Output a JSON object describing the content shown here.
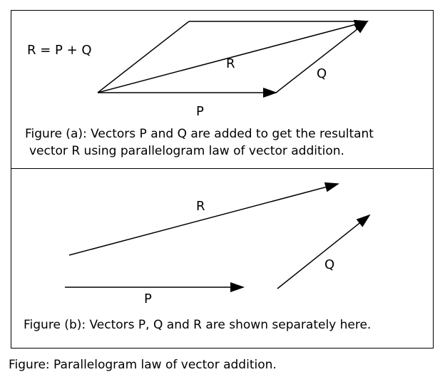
{
  "figure_a": {
    "equation": "R = P + Q",
    "labels": {
      "P": "P",
      "Q": "Q",
      "R": "R"
    },
    "caption_line1": "Figure (a): Vectors P and Q are added to get the resultant",
    "caption_line2": "vector R using parallelogram law of vector addition."
  },
  "figure_b": {
    "labels": {
      "P": "P",
      "Q": "Q",
      "R": "R"
    },
    "caption": "Figure (b): Vectors P, Q and R are shown separately here."
  },
  "figure_caption": "Figure: Parallelogram law of vector addition."
}
